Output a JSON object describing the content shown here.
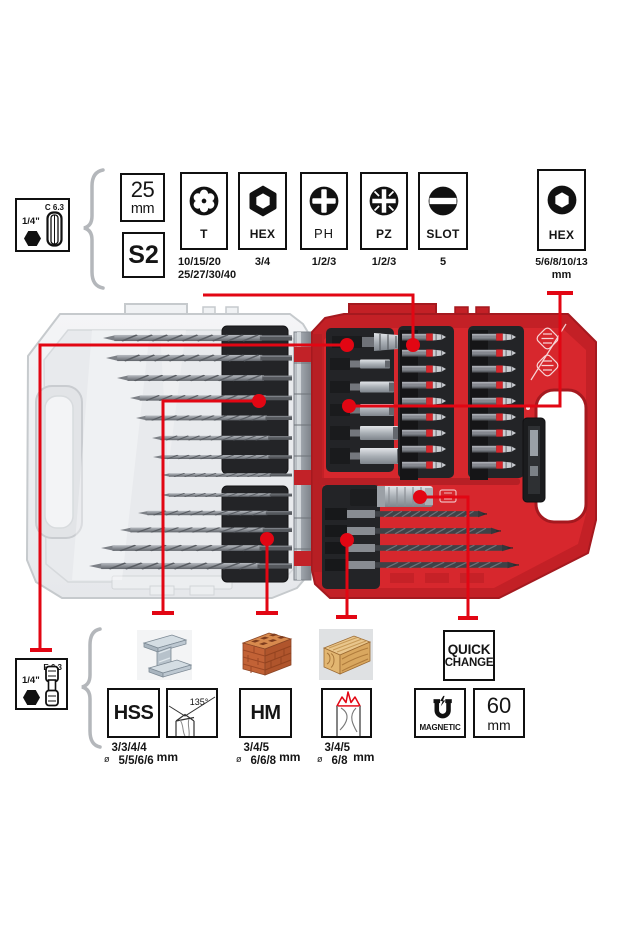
{
  "colors": {
    "annotation_red": "#e20613",
    "case_red": "#d7272d",
    "case_dark_red": "#a5191f",
    "case_gray": "#eef0f2",
    "holder_black": "#232427"
  },
  "shank_top": {
    "size": "1/4\"",
    "spec": "C 6.3",
    "icon": "c63-shank-profile-icon"
  },
  "shank_bottom": {
    "size": "1/4\"",
    "spec": "E 6.3",
    "icon": "e63-shank-profile-icon"
  },
  "bit_specs": {
    "length": {
      "value": "25",
      "unit": "mm"
    },
    "steel": "S2",
    "types": [
      {
        "label": "T",
        "icon": "torx-icon",
        "sizes_line1": "10/15/20",
        "sizes_line2": "25/27/30/40"
      },
      {
        "label": "HEX",
        "icon": "hex-icon",
        "sizes_line1": "3/4",
        "sizes_line2": ""
      },
      {
        "label": "PH",
        "icon": "phillips-icon",
        "sizes_line1": "1/2/3",
        "sizes_line2": ""
      },
      {
        "label": "PZ",
        "icon": "pozidriv-icon",
        "sizes_line1": "1/2/3",
        "sizes_line2": ""
      },
      {
        "label": "SLOT",
        "icon": "slot-icon",
        "sizes_line1": "5",
        "sizes_line2": ""
      }
    ]
  },
  "nut_setters": {
    "label": "HEX",
    "icon": "hex-socket-icon",
    "sizes": "5/6/8/10/13",
    "unit": "mm"
  },
  "drill_specs": {
    "hss": {
      "label": "HSS",
      "tip_angle": "135°",
      "dia_symbol": "ø",
      "sizes_line1": "3/3/4/4",
      "sizes_line2": "5/5/6/6",
      "unit": "mm",
      "material_icon": "steel-beam-icon"
    },
    "hm": {
      "label": "HM",
      "dia_symbol": "ø",
      "sizes_line1": "3/4/5",
      "sizes_line2": "6/6/8",
      "unit": "mm",
      "material_icon": "brick-wall-icon"
    },
    "wood": {
      "dia_symbol": "ø",
      "sizes_line1": "3/4/5",
      "sizes_line2": "6/8",
      "unit": "mm",
      "material_icon": "wood-beam-icon",
      "bit_icon": "wood-drill-tip-icon"
    }
  },
  "features": {
    "quick_change": {
      "line1": "QUICK",
      "line2": "CHANGE"
    },
    "magnetic": {
      "label": "MAGNETIC",
      "icon": "magnet-icon"
    },
    "holder_length": {
      "value": "60",
      "unit": "mm"
    }
  }
}
